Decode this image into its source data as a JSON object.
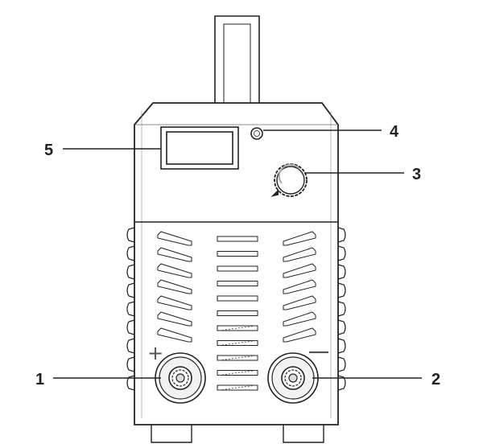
{
  "callouts": {
    "positive_terminal": "1",
    "negative_terminal": "2",
    "current_knob": "3",
    "indicator_light": "4",
    "display_window": "5"
  },
  "polarity": {
    "positive": "+",
    "negative": "−"
  },
  "colors": {
    "line": "#222222",
    "fill": "#ffffff",
    "terminal_fill": "#f2f2f2"
  }
}
